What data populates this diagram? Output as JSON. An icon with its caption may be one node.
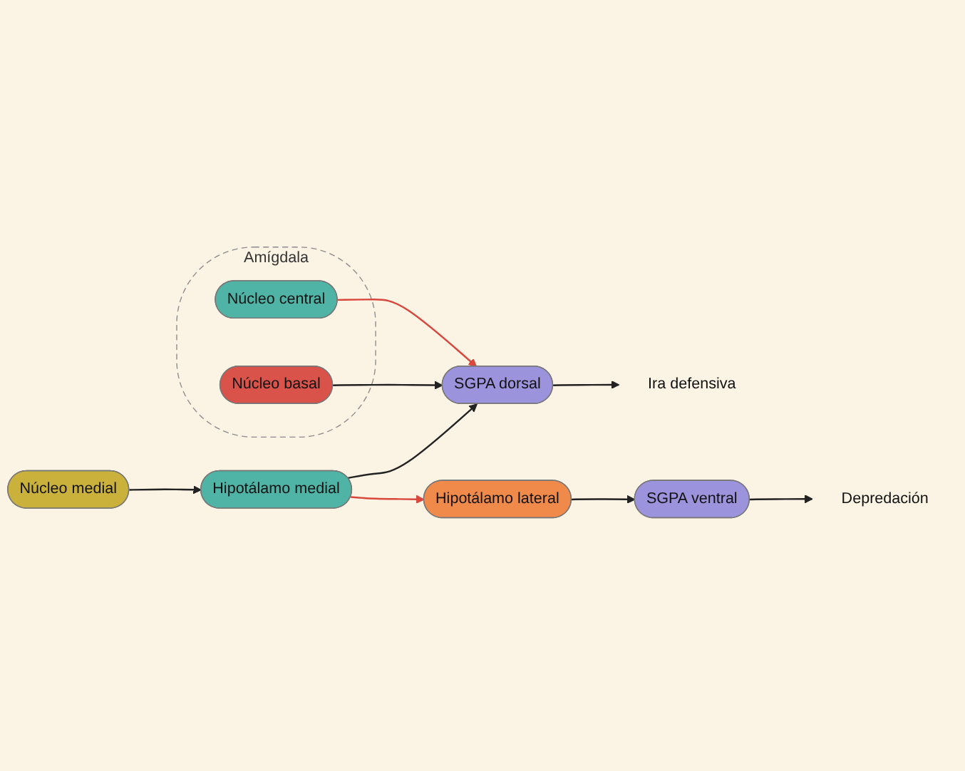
{
  "diagram": {
    "nodes": [
      {
        "text": [
          "Amígdala"
        ]
      },
      {
        "text": [
          "Núcleo central"
        ],
        "in": 0
      },
      {
        "text": [
          "Núcleo basal"
        ],
        "in": 0
      },
      {
        "text": [
          "Núcleo medial"
        ]
      },
      {
        "text": [
          "SGPA dorsal"
        ]
      },
      {
        "text": [
          "Ira defensiva"
        ]
      },
      {
        "text": [
          "Hipotálamo medial"
        ]
      },
      {
        "text": [
          "SGPA ventral"
        ]
      },
      {
        "text": [
          "Depredación"
        ]
      },
      {
        "text": [
          "Hipotálamo lateral"
        ]
      }
    ],
    "edges": [
      {
        "from": 1,
        "to": 4,
        "arrow": "to",
        "color": "#d9463b"
      },
      {
        "from": 2,
        "to": 4,
        "arrow": "to"
      },
      {
        "from": 3,
        "to": 6,
        "arrow": "to"
      },
      {
        "from": 6,
        "to": 4,
        "arrow": "to"
      },
      {
        "from": 6,
        "to": 9,
        "arrow": "to",
        "color": "#d9463b"
      },
      {
        "from": 9,
        "to": 7,
        "arrow": "to"
      },
      {
        "from": 4,
        "to": 5,
        "arrow": "to"
      },
      {
        "from": 7,
        "to": 8,
        "arrow": "to"
      }
    ]
  }
}
